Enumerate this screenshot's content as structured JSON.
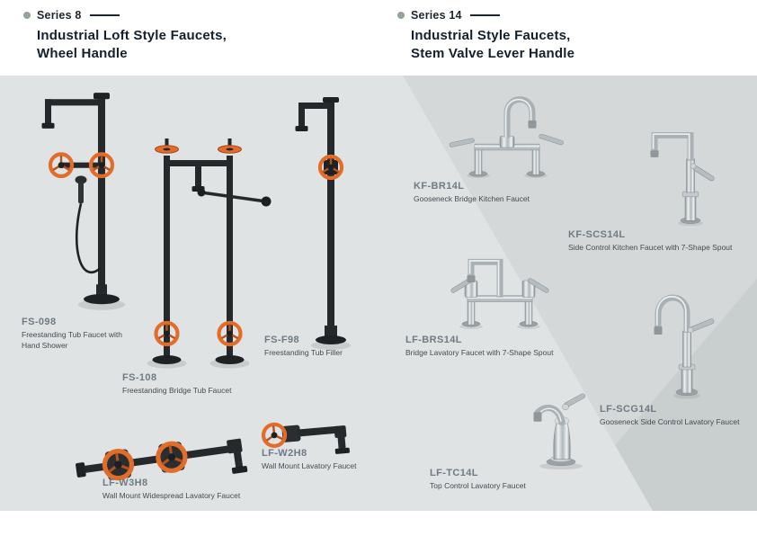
{
  "sections": [
    {
      "series": "Series 8",
      "title_line1": "Industrial Loft Style Faucets,",
      "title_line2": "Wheel Handle",
      "products": [
        {
          "code": "FS-098",
          "name": "Freestanding Tub Faucet with Hand Shower"
        },
        {
          "code": "FS-108",
          "name": "Freestanding Bridge Tub Faucet"
        },
        {
          "code": "FS-F98",
          "name": "Freestanding Tub Filler"
        },
        {
          "code": "LF-W3H8",
          "name": "Wall Mount Widespread Lavatory Faucet"
        },
        {
          "code": "LF-W2H8",
          "name": "Wall Mount Lavatory Faucet"
        }
      ]
    },
    {
      "series": "Series 14",
      "title_line1": "Industrial Style Faucets,",
      "title_line2": "Stem Valve Lever Handle",
      "products": [
        {
          "code": "KF-BR14L",
          "name": "Gooseneck Bridge Kitchen Faucet"
        },
        {
          "code": "KF-SCS14L",
          "name": "Side Control Kitchen Faucet with 7-Shape Spout"
        },
        {
          "code": "LF-BRS14L",
          "name": "Bridge Lavatory Faucet with 7-Shape Spout"
        },
        {
          "code": "LF-SCG14L",
          "name": "Gooseneck Side Control Lavatory Faucet"
        },
        {
          "code": "LF-TC14L",
          "name": "Top Control Lavatory Faucet"
        }
      ]
    }
  ],
  "colors": {
    "accent_orange": "#e26d2b",
    "dark_metal": "#26292c",
    "chrome": "#c3c9cc",
    "panel_light": "#e0e3e4",
    "panel_mid": "#d5d8d9",
    "panel_dark": "#c9cecf",
    "title_text": "#14202b",
    "code_text": "#6f7b84",
    "desc_text": "#434b51"
  }
}
